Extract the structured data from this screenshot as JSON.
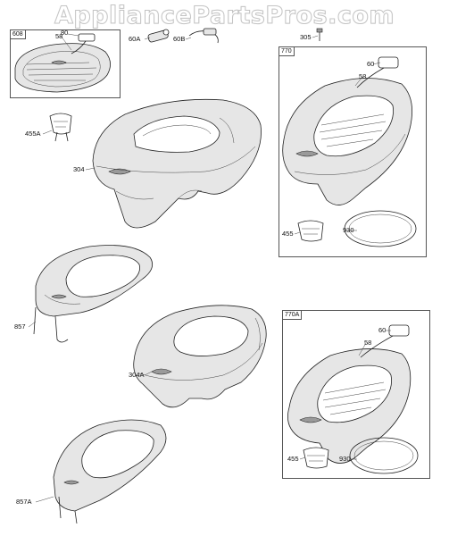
{
  "watermark": "AppliancePartsPros.com",
  "kits": [
    {
      "id": "kit-608",
      "label": "608"
    },
    {
      "id": "kit-770",
      "label": "770"
    },
    {
      "id": "kit-770a",
      "label": "770A"
    }
  ],
  "callouts": {
    "kit608_80": "80",
    "kit608_58": "58",
    "part_60a": "60A",
    "part_60b": "60B",
    "part_305": "305",
    "part_455a": "455A",
    "part_304": "304",
    "kit770_60": "60",
    "kit770_58": "58",
    "kit770_455": "455",
    "kit770_930": "930",
    "part_857": "857",
    "part_304a": "304A",
    "kit770a_60": "60",
    "kit770a_58": "58",
    "kit770a_455": "455",
    "kit770a_930": "930",
    "part_857a": "857A"
  }
}
